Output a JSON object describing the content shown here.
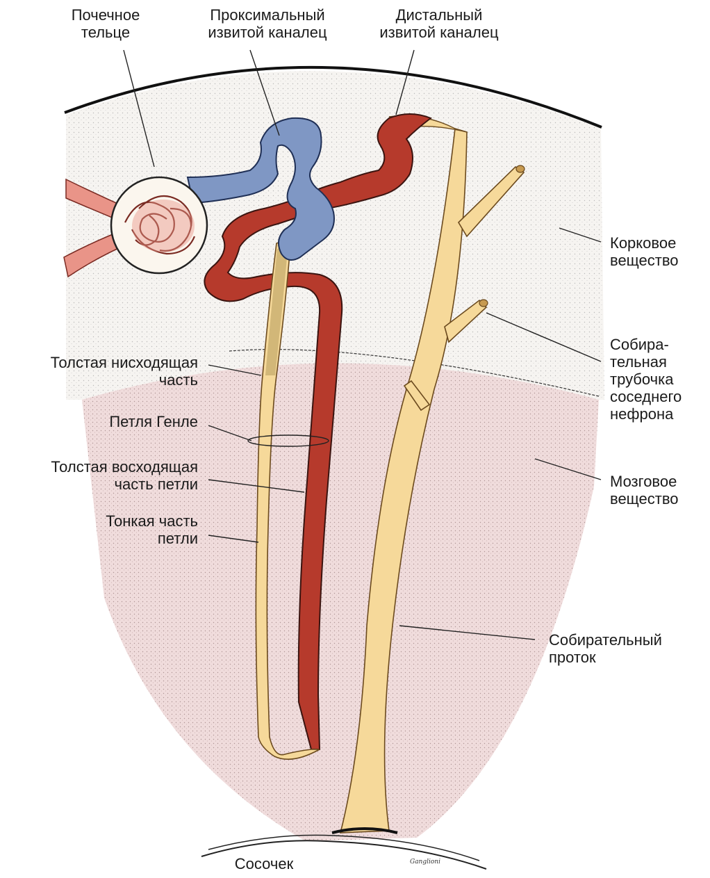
{
  "labels": {
    "renal_corpuscle": [
      "Почечное",
      "тельце"
    ],
    "proximal_tubule": [
      "Проксимальный",
      "извитой каналец"
    ],
    "distal_tubule": [
      "Дистальный",
      "извитой каналец"
    ],
    "cortex": [
      "Корковое",
      "вещество"
    ],
    "neighbor_collecting_tubule": [
      "Собира-",
      "тельная",
      "трубочка",
      "соседнего",
      "нефрона"
    ],
    "medulla": [
      "Мозговое",
      "вещество"
    ],
    "collecting_duct": [
      "Собирательный",
      "проток"
    ],
    "thick_descending": [
      "Толстая нисходящая",
      "часть"
    ],
    "loop_of_henle": [
      "Петля Генле"
    ],
    "thick_ascending": [
      "Толстая восходящая",
      "часть петли"
    ],
    "thin_segment": [
      "Тонкая часть",
      "петли"
    ],
    "papilla": [
      "Сосочек"
    ]
  },
  "signature": "Ganglioni",
  "colors": {
    "cortex_fill": "#f6f4f1",
    "medulla_fill": "#f0dcdc",
    "proximal": "#7f97c4",
    "distal": "#b63a2c",
    "collecting": "#f6d99a",
    "corpuscle": "#e99488"
  }
}
